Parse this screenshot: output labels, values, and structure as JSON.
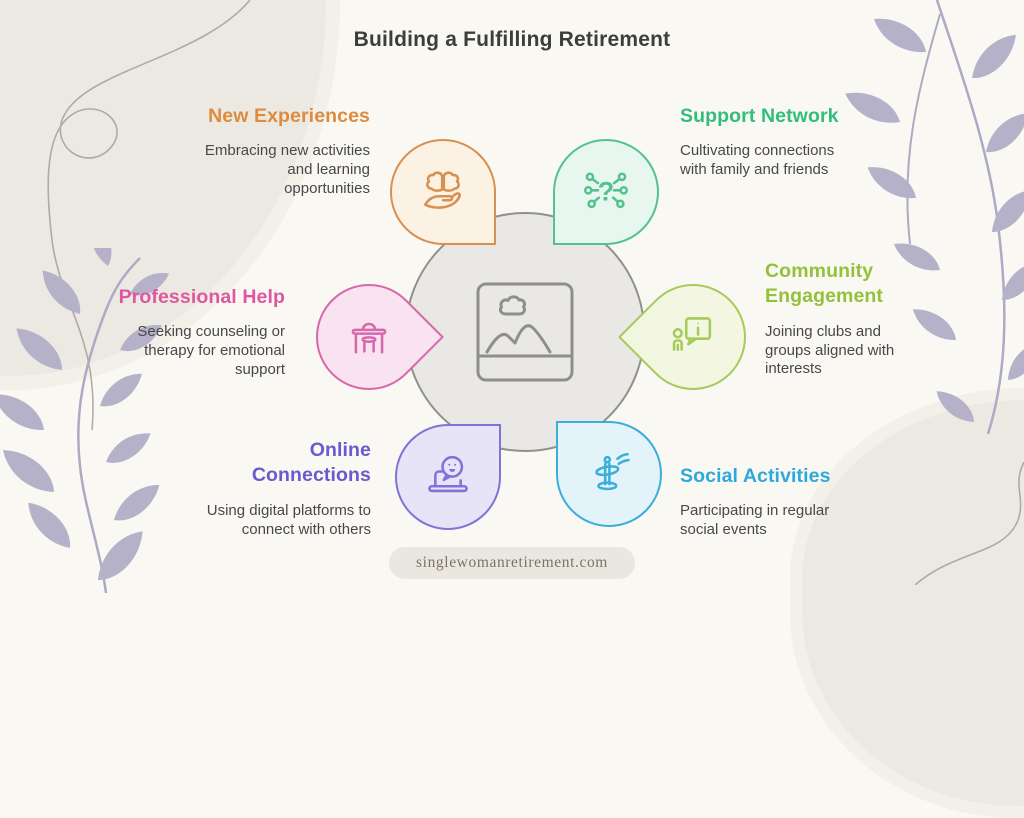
{
  "title": "Building a Fulfilling Retirement",
  "background_color": "#FAF8F2",
  "center": {
    "icon": "image-placeholder-icon",
    "circle_fill": "#E9E8E5",
    "circle_stroke": "#90908D"
  },
  "nodes": [
    {
      "id": "new-experiences",
      "title": "New Experiences",
      "description": "Embracing new activities and learning opportunities",
      "icon": "brain-hand-icon",
      "accent_color": "#DE8B3F",
      "petal_stroke": "#D79050",
      "petal_fill": "#FCF2E4"
    },
    {
      "id": "support-network",
      "title": "Support Network",
      "description": "Cultivating connections with family and friends",
      "icon": "network-question-icon",
      "accent_color": "#33BD7D",
      "petal_stroke": "#55C18E",
      "petal_fill": "#E7F7EF"
    },
    {
      "id": "community-engagement",
      "title": "Community Engagement",
      "description": "Joining clubs and groups aligned with interests",
      "icon": "person-info-bubble-icon",
      "accent_color": "#93C13C",
      "petal_stroke": "#A5CB5C",
      "petal_fill": "#F3F7E2"
    },
    {
      "id": "social-activities",
      "title": "Social Activities",
      "description": "Participating in regular social events",
      "icon": "spinning-top-icon",
      "accent_color": "#2FA9DB",
      "petal_stroke": "#3BAED9",
      "petal_fill": "#E3F3FA"
    },
    {
      "id": "online-connections",
      "title": "Online Connections",
      "description": "Using digital platforms to connect with others",
      "icon": "laptop-chat-icon",
      "accent_color": "#6A5ACF",
      "petal_stroke": "#8172D8",
      "petal_fill": "#E7E4F8"
    },
    {
      "id": "professional-help",
      "title": "Professional Help",
      "description": "Seeking counseling or therapy for emotional support",
      "icon": "counseling-desk-icon",
      "accent_color": "#DE58A0",
      "petal_stroke": "#D868AC",
      "petal_fill": "#F9E3F0"
    }
  ],
  "decorations": [
    "scribble-line",
    "leaf-branch",
    "brush-blob"
  ],
  "footer": {
    "website": "singlewomanretirement.com",
    "badge_background": "#EAE7E0",
    "text_color": "#7C7466"
  }
}
